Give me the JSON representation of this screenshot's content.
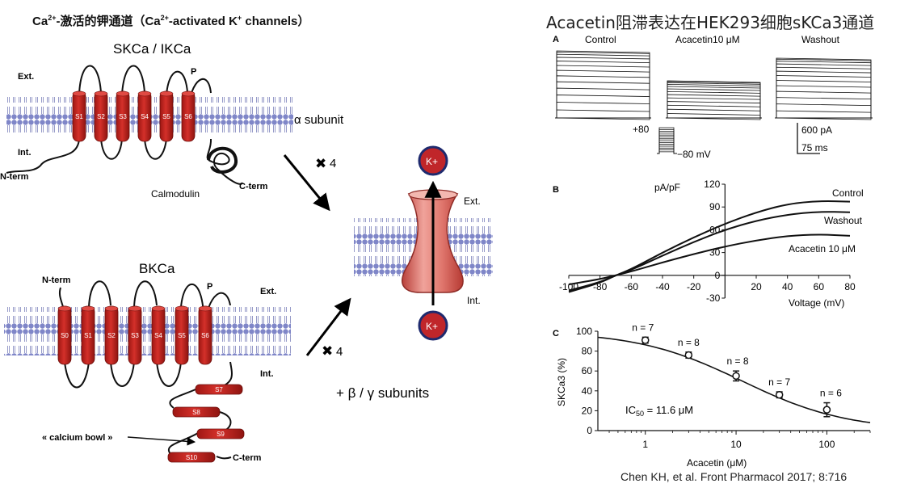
{
  "header": {
    "left_title_prefix": "Ca",
    "left_title_sup1": "2+",
    "left_title_mid": "-激活的钾通道（Ca",
    "left_title_sup2": "2+",
    "left_title_mid2": "-activated K",
    "left_title_sup3": "+",
    "left_title_end": " channels）",
    "right_title": "Acacetin阻滞表达在HEK293细胞sKCa3通道"
  },
  "skca_diagram": {
    "title": "SKCa / IKCa",
    "ext_label": "Ext.",
    "int_label": "Int.",
    "segments": [
      "S1",
      "S2",
      "S3",
      "S4",
      "S5",
      "S6"
    ],
    "pore_label": "P",
    "nterm_label": "N-term",
    "cterm_label": "C-term",
    "calmodulin_label": "Calmodulin"
  },
  "bkca_diagram": {
    "title": "BKCa",
    "ext_label": "Ext.",
    "int_label": "Int.",
    "segments": [
      "S0",
      "S1",
      "S2",
      "S3",
      "S4",
      "S5",
      "S6"
    ],
    "cyto_segments": [
      "S7",
      "S8",
      "S9",
      "S10"
    ],
    "pore_label": "P",
    "nterm_label": "N-term",
    "cterm_label": "C-term",
    "calcium_bowl_label": "« calcium bowl »"
  },
  "assembly": {
    "alpha_label": "α subunit",
    "times4_top": "4",
    "times4_bottom": "4",
    "beta_gamma_label": "+ β / γ subunits",
    "ion_label": "K+",
    "ext_label": "Ext.",
    "int_label": "Int."
  },
  "panel_a": {
    "letter": "A",
    "conditions": [
      "Control",
      "Acacetin10 μM",
      "Washout"
    ],
    "voltage_top": "+80",
    "voltage_bottom": "−80 mV",
    "scale_current": "600 pA",
    "scale_time": "75 ms"
  },
  "panel_b": {
    "letter": "B",
    "y_unit": "pA/pF",
    "x_label": "Voltage (mV)",
    "y_ticks": [
      "120",
      "90",
      "60",
      "30",
      "0",
      "-30"
    ],
    "x_ticks": [
      "-100",
      "-80",
      "-60",
      "-40",
      "-20",
      "20",
      "40",
      "60",
      "80"
    ],
    "series_labels": [
      "Control",
      "Washout",
      "Acacetin 10 μM"
    ]
  },
  "panel_c": {
    "letter": "C",
    "y_label": "SKCa3 (%)",
    "x_label": "Acacetin (μM)",
    "y_ticks": [
      "100",
      "80",
      "60",
      "40",
      "20",
      "0"
    ],
    "x_ticks": [
      "1",
      "10",
      "100"
    ],
    "n_labels": [
      "n = 7",
      "n = 8",
      "n = 8",
      "n = 7",
      "n = 6"
    ],
    "ic50_text": "IC",
    "ic50_sub": "50",
    "ic50_value": " = 11.6 μM"
  },
  "citation": "Chen KH, et al. Front Pharmacol 2017; 8:716",
  "chart_data": [
    {
      "type": "line",
      "title": "",
      "xlabel": "Voltage (mV)",
      "ylabel": "pA/pF",
      "xlim": [
        -100,
        80
      ],
      "ylim": [
        -30,
        120
      ],
      "x": [
        -100,
        -80,
        -70,
        -60,
        -40,
        -20,
        0,
        20,
        40,
        60,
        80
      ],
      "series": [
        {
          "name": "Control",
          "values": [
            -22,
            -10,
            0,
            8,
            30,
            50,
            68,
            83,
            94,
            98,
            97
          ]
        },
        {
          "name": "Washout",
          "values": [
            -20,
            -9,
            0,
            7,
            26,
            44,
            60,
            72,
            80,
            84,
            83
          ]
        },
        {
          "name": "Acacetin 10 μM",
          "values": [
            -12,
            -5,
            0,
            5,
            17,
            28,
            38,
            46,
            52,
            54,
            52
          ]
        }
      ]
    },
    {
      "type": "scatter",
      "title": "",
      "xlabel": "Acacetin (μM)",
      "ylabel": "SKCa3 (%)",
      "x_scale": "log",
      "xlim": [
        0.3,
        300
      ],
      "ylim": [
        0,
        100
      ],
      "x": [
        1,
        3,
        10,
        30,
        100
      ],
      "y": [
        91,
        76,
        55,
        36,
        21
      ],
      "error": [
        3,
        3,
        5,
        3,
        7
      ],
      "n": [
        7,
        8,
        8,
        7,
        6
      ],
      "fit": {
        "ic50": 11.6,
        "hill": 0.75
      }
    }
  ],
  "colors": {
    "helix_red": "#c8221f",
    "lipid_blue": "#7f86c8",
    "channel_red": "#d9574f",
    "ion_red": "#c0262a"
  }
}
